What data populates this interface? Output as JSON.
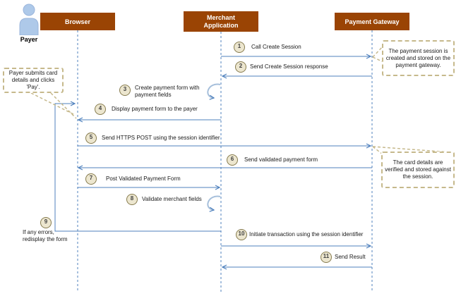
{
  "actor": {
    "label": "Payer"
  },
  "lifelines": [
    {
      "label": "Browser"
    },
    {
      "label": "Merchant Application"
    },
    {
      "label": "Payment Gateway"
    }
  ],
  "messages": [
    {
      "num": "1",
      "text": "Call Create Session",
      "from": "Merchant Application",
      "to": "Payment Gateway"
    },
    {
      "num": "2",
      "text": "Send Create Session response",
      "from": "Payment Gateway",
      "to": "Merchant Application"
    },
    {
      "num": "3",
      "text": "Create payment form with payment fields",
      "from": "Merchant Application",
      "to": "Merchant Application"
    },
    {
      "num": "4",
      "text": "Display payment form to the payer",
      "from": "Merchant Application",
      "to": "Browser"
    },
    {
      "num": "5",
      "text": "Send HTTPS POST using the session identifier",
      "from": "Browser",
      "to": "Payment Gateway"
    },
    {
      "num": "6",
      "text": "Send validated payment form",
      "from": "Payment Gateway",
      "to": "Browser"
    },
    {
      "num": "7",
      "text": "Post Validated Payment Form",
      "from": "Browser",
      "to": "Merchant Application"
    },
    {
      "num": "8",
      "text": "Validate merchant fields",
      "from": "Merchant Application",
      "to": "Merchant Application"
    },
    {
      "num": "9",
      "text": "If any errors, redisplay the form",
      "from": "Merchant Application",
      "to": "Browser"
    },
    {
      "num": "10",
      "text": "Initiate transaction using the session identifier",
      "from": "Merchant Application",
      "to": "Payment Gateway"
    },
    {
      "num": "11",
      "text": "Send Result",
      "from": "Payment Gateway",
      "to": "Merchant Application"
    }
  ],
  "notes": [
    {
      "text": "Payer submits card details and clicks 'Pay'."
    },
    {
      "text": "The payment session is created and stored on the payment gateway."
    },
    {
      "text": "The card details are verified and stored against the session."
    }
  ],
  "colors": {
    "header_bg": "#9A4404",
    "header_text": "#FFFFFF",
    "lifeline": "#4F81BD",
    "arrow": "#4F81BD",
    "loop_arc": "#A6BFDB",
    "circle_fill": "#ECE6CF",
    "circle_border": "#877C4F",
    "note_border": "#C6B98C",
    "note_bg": "#FFFFFF",
    "actor_fill": "#AEC9E9",
    "text": "#1A1A1A"
  }
}
